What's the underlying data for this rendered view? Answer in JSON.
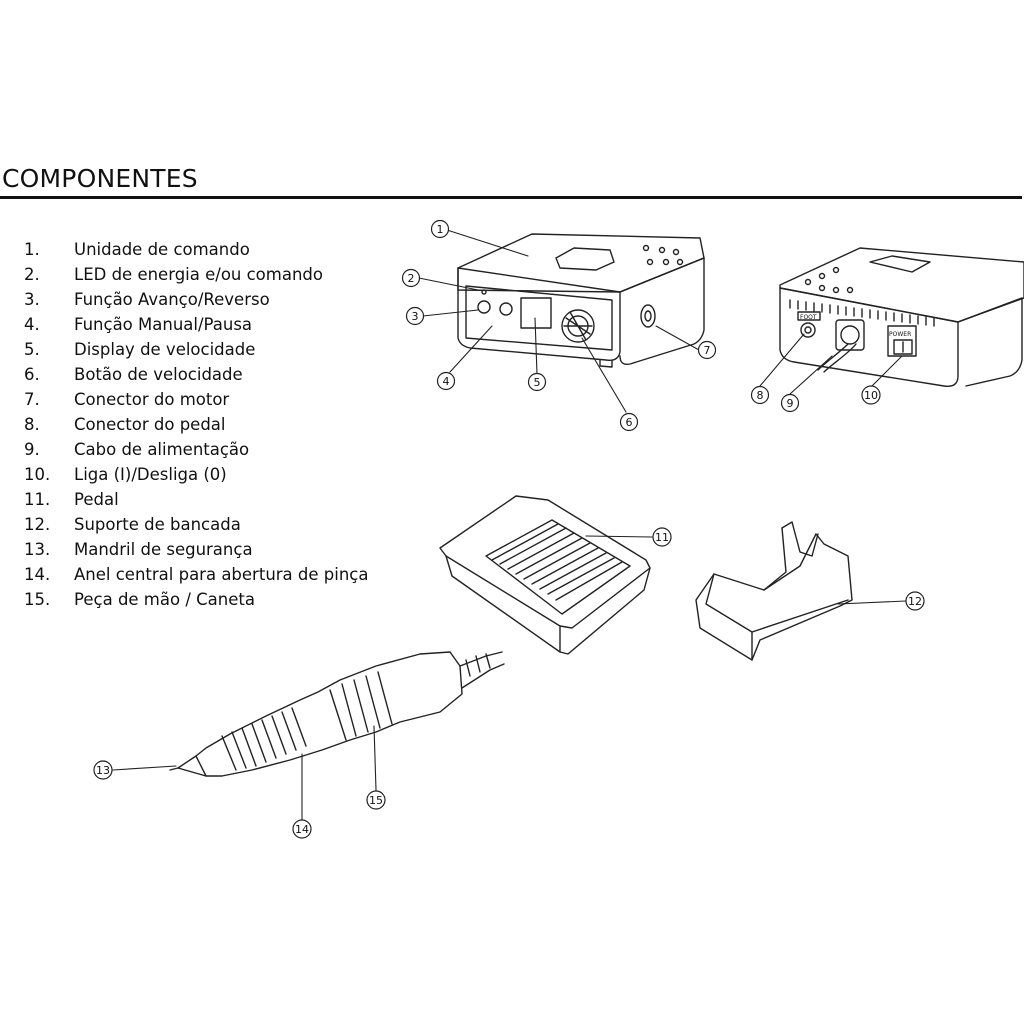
{
  "section_title": "COMPONENTES",
  "components": [
    {
      "num": "1.",
      "label": "Unidade de comando"
    },
    {
      "num": "2.",
      "label": "LED de energia e/ou comando"
    },
    {
      "num": "3.",
      "label": "Função Avanço/Reverso"
    },
    {
      "num": "4.",
      "label": "Função Manual/Pausa"
    },
    {
      "num": "5.",
      "label": "Display de velocidade"
    },
    {
      "num": "6.",
      "label": "Botão de velocidade"
    },
    {
      "num": "7.",
      "label": "Conector do motor"
    },
    {
      "num": "8.",
      "label": "Conector do pedal"
    },
    {
      "num": "9.",
      "label": "Cabo de alimentação"
    },
    {
      "num": "10.",
      "label": "Liga (I)/Desliga (0)"
    },
    {
      "num": "11.",
      "label": "Pedal"
    },
    {
      "num": "12.",
      "label": "Suporte de bancada"
    },
    {
      "num": "13.",
      "label": "Mandril de segurança"
    },
    {
      "num": "14.",
      "label": "Anel central para abertura de pinça"
    },
    {
      "num": "15.",
      "label": "Peça de mão / Caneta"
    }
  ],
  "callouts": [
    "1",
    "2",
    "3",
    "4",
    "5",
    "6",
    "7",
    "8",
    "9",
    "10",
    "11",
    "12",
    "13",
    "14",
    "15"
  ],
  "device_labels": {
    "foot": "FOOT",
    "power": "POWER"
  }
}
